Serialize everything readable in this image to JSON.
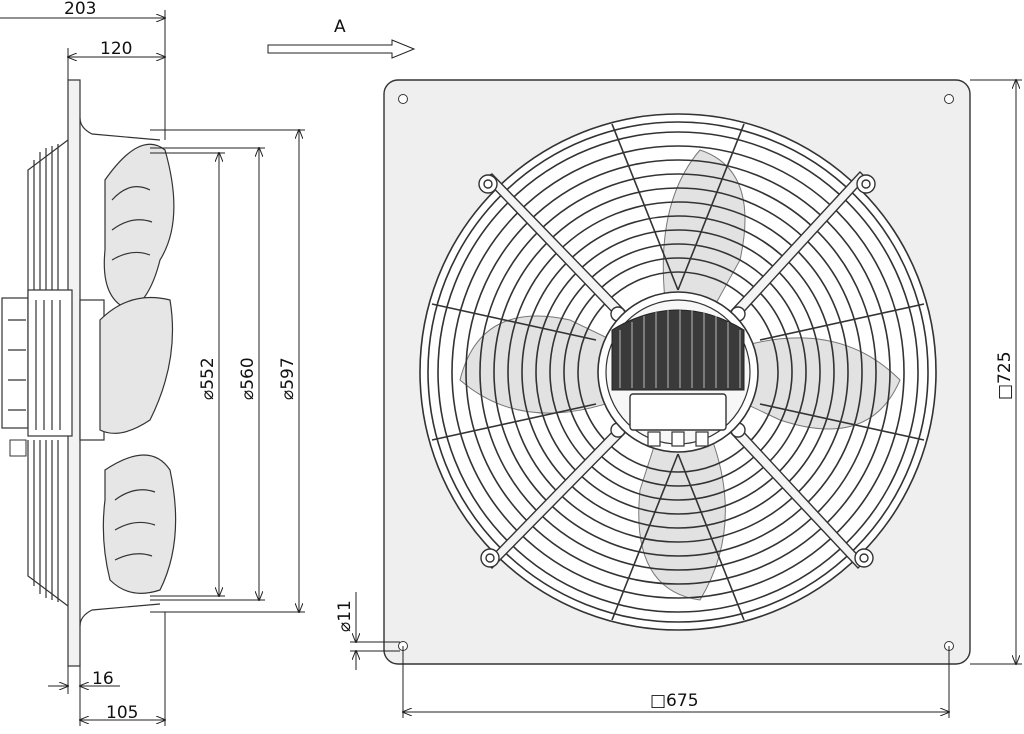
{
  "view_label": "A",
  "dimensions": {
    "depth_total": "203",
    "depth_frame": "120",
    "flange_thickness": "16",
    "depth_front": "105",
    "dia_inner": "⌀552",
    "dia_blade": "⌀560",
    "dia_outer": "⌀597",
    "hole_dia": "⌀11",
    "plate_width": "□675",
    "plate_height": "□725"
  },
  "colors": {
    "plate": "#efefef",
    "blade": "#e4e4e4",
    "line": "#333333",
    "motor": "#3a3a3a"
  }
}
